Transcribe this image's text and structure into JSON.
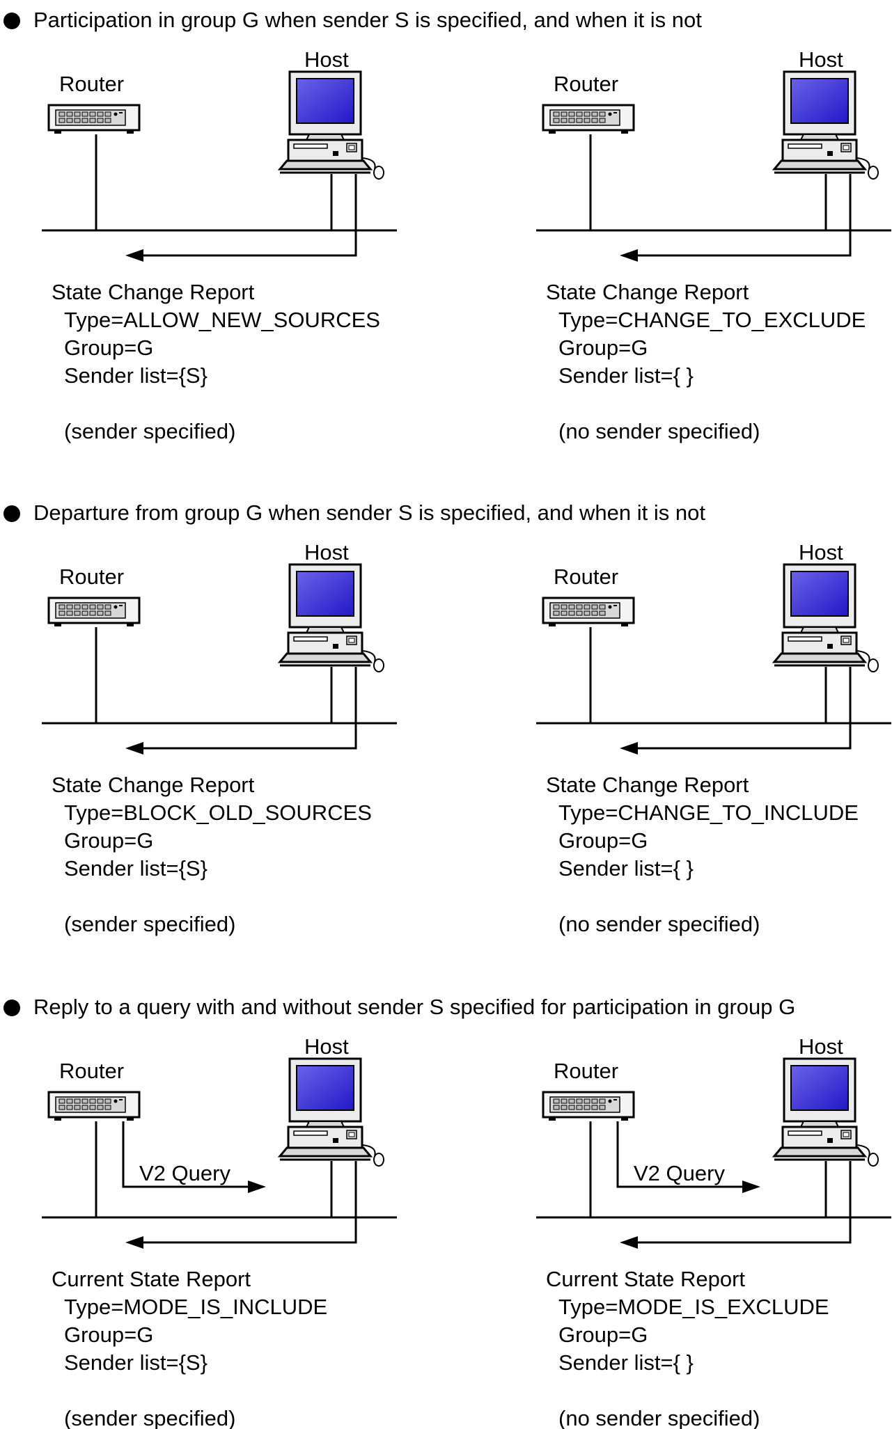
{
  "sections": [
    {
      "heading": "Participation in group G when sender S is specified, and when it is not",
      "panels": [
        {
          "router_label": "Router",
          "host_label": "Host",
          "query_label": "",
          "report": {
            "title": "State Change Report",
            "type": "Type=ALLOW_NEW_SOURCES",
            "group": "Group=G",
            "senders": "Sender list={S}",
            "note": "(sender specified)"
          }
        },
        {
          "router_label": "Router",
          "host_label": "Host",
          "query_label": "",
          "report": {
            "title": "State Change Report",
            "type": "Type=CHANGE_TO_EXCLUDE",
            "group": "Group=G",
            "senders": "Sender list={ }",
            "note": "(no sender specified)"
          }
        }
      ]
    },
    {
      "heading": "Departure from group G when sender S is specified, and when it is not",
      "panels": [
        {
          "router_label": "Router",
          "host_label": "Host",
          "query_label": "",
          "report": {
            "title": "State Change Report",
            "type": "Type=BLOCK_OLD_SOURCES",
            "group": "Group=G",
            "senders": "Sender list={S}",
            "note": "(sender specified)"
          }
        },
        {
          "router_label": "Router",
          "host_label": "Host",
          "query_label": "",
          "report": {
            "title": "State Change Report",
            "type": "Type=CHANGE_TO_INCLUDE",
            "group": "Group=G",
            "senders": "Sender list={ }",
            "note": "(no sender specified)"
          }
        }
      ]
    },
    {
      "heading": "Reply to a query with and without sender S specified for participation in group G",
      "panels": [
        {
          "router_label": "Router",
          "host_label": "Host",
          "query_label": "V2 Query",
          "report": {
            "title": "Current State Report",
            "type": "Type=MODE_IS_INCLUDE",
            "group": "Group=G",
            "senders": "Sender list={S}",
            "note": "(sender specified)"
          }
        },
        {
          "router_label": "Router",
          "host_label": "Host",
          "query_label": "V2 Query",
          "report": {
            "title": "Current State Report",
            "type": "Type=MODE_IS_EXCLUDE",
            "group": "Group=G",
            "senders": "Sender list={ }",
            "note": "(no sender specified)"
          }
        }
      ]
    }
  ]
}
